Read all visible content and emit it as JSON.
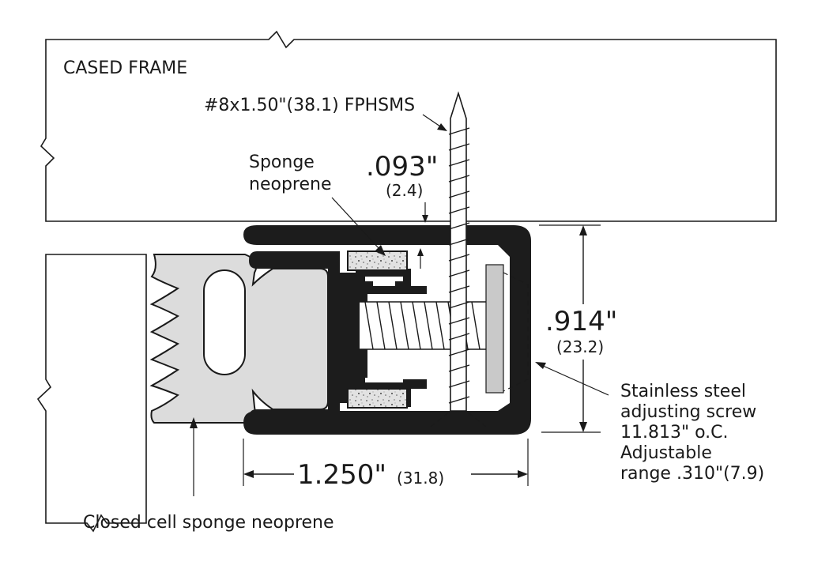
{
  "labels": {
    "cased_frame": "CASED FRAME",
    "screw_spec": "#8x1.50\"(38.1) FPHSMS",
    "sponge_line1": "Sponge",
    "sponge_line2": "neoprene",
    "gap_in": ".093\"",
    "gap_mm": "(2.4)",
    "height_in": ".914\"",
    "height_mm": "(23.2)",
    "width_in": "1.250\"",
    "width_mm": "(31.8)",
    "adj_line1": "Stainless steel",
    "adj_line2": "adjusting screw",
    "adj_line3": "11.813\" o.C.",
    "adj_line4": "Adjustable",
    "adj_line5": "range .310\"(7.9)",
    "closed_cell": "Closed cell sponge neoprene"
  },
  "colors": {
    "ink": "#1a1a1a",
    "gasket_fill": "#dcdcdc",
    "extrusion": "#1c1c1c",
    "plate": "#c9c9c9"
  }
}
